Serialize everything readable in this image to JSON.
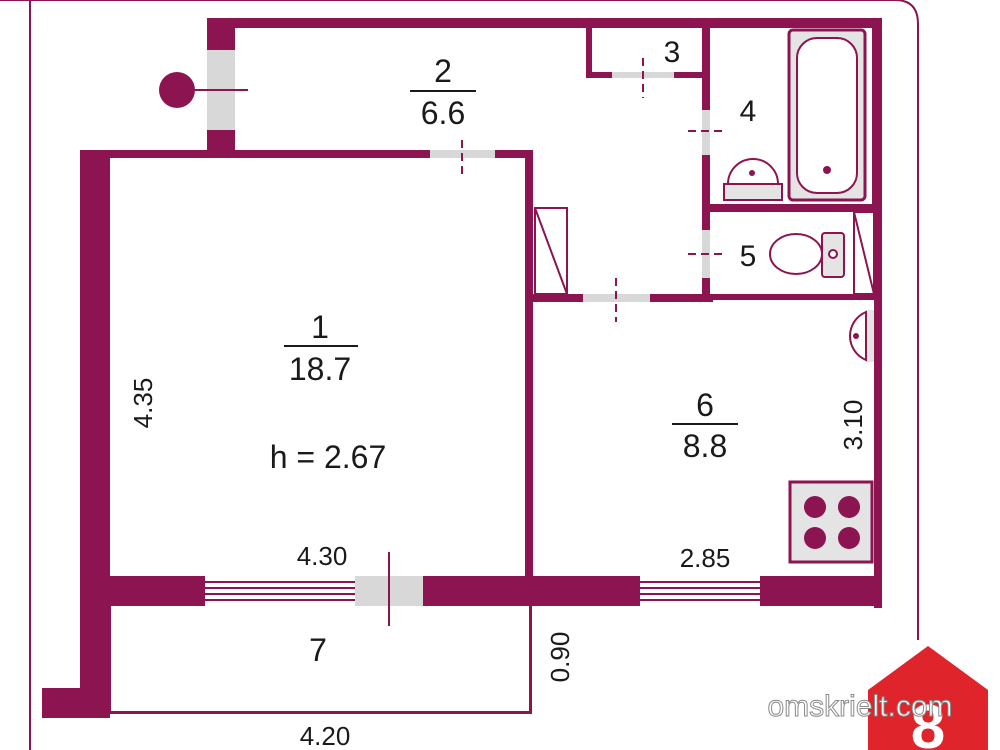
{
  "colors": {
    "wall": "#8c1450",
    "door_gray": "#d8d8d8",
    "fixture_gray": "#e4e4e4",
    "text": "#1a1a1a",
    "logo_red": "#e0242b",
    "watermark_text": "#ffffff"
  },
  "rooms": [
    {
      "number": "1",
      "area": "18.7",
      "height_label": "h = 2.67"
    },
    {
      "number": "2",
      "area": "6.6"
    },
    {
      "number": "3"
    },
    {
      "number": "4"
    },
    {
      "number": "5"
    },
    {
      "number": "6",
      "area": "8.8"
    },
    {
      "number": "7"
    }
  ],
  "dimensions": {
    "room1_height": "4.35",
    "room1_width": "4.30",
    "kitchen_width": "2.85",
    "kitchen_height": "3.10",
    "balcony_depth": "0.90",
    "balcony_width": "4.20"
  },
  "fixtures": [
    "bathtub-icon",
    "washbasin-icon",
    "toilet-icon",
    "kitchen-sink-icon",
    "stove-icon",
    "riser-icon"
  ],
  "watermark": {
    "site": "omskrielt.com",
    "logo_glyph": "8"
  }
}
